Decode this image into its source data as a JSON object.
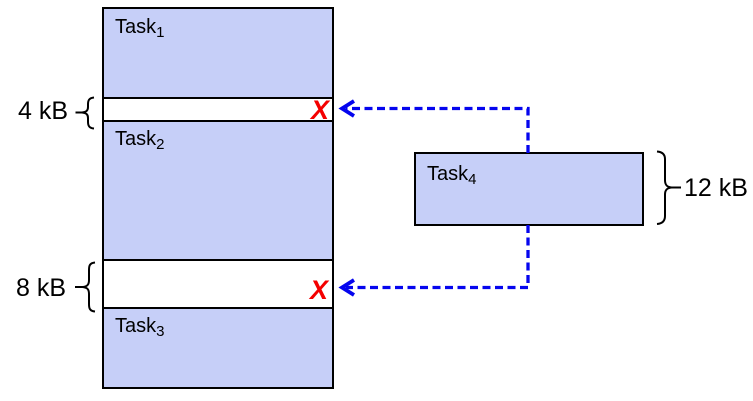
{
  "diagram": {
    "memory_blocks": {
      "task1": {
        "base": "Task",
        "sub": "1"
      },
      "task2": {
        "base": "Task",
        "sub": "2"
      },
      "task3": {
        "base": "Task",
        "sub": "3"
      }
    },
    "free_gaps": {
      "gap1": {
        "size": "4 kB",
        "reject_mark": "X"
      },
      "gap2": {
        "size": "8 kB",
        "reject_mark": "X"
      }
    },
    "incoming_task": {
      "base": "Task",
      "sub": "4",
      "size": "12 kB"
    },
    "colors": {
      "block_fill": "#c6cff8",
      "block_border": "#000000",
      "arrow_blue": "#0505ee",
      "reject_red": "#f40000"
    }
  }
}
